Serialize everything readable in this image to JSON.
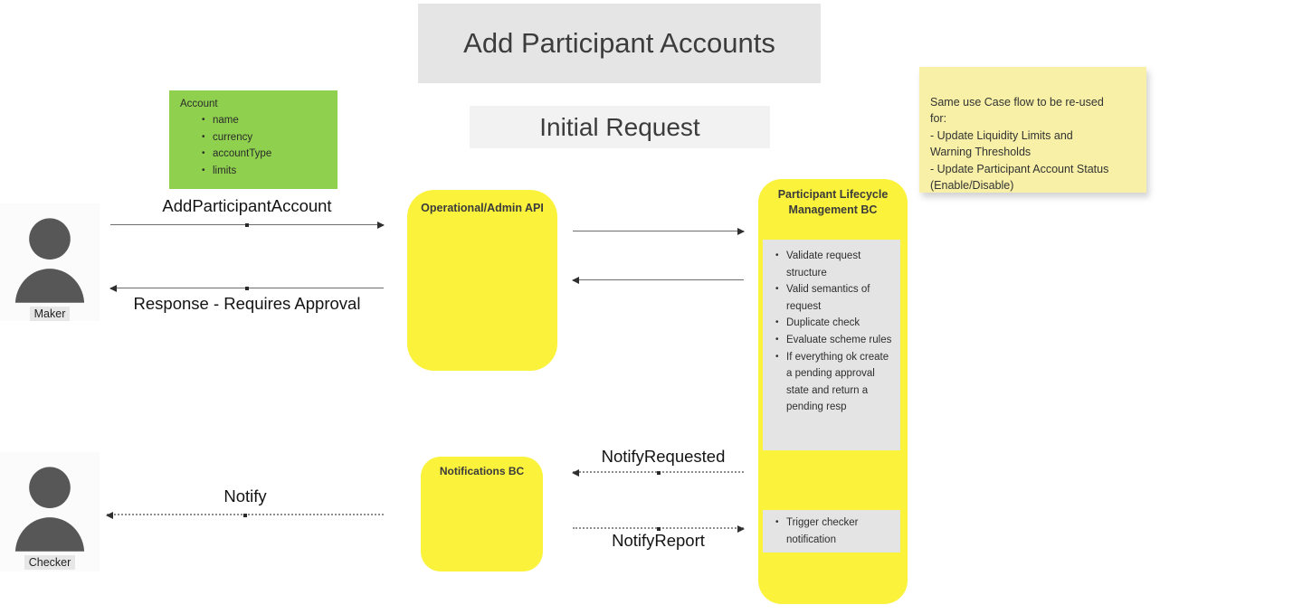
{
  "page": {
    "title": "Add Participant Accounts",
    "subtitle": "Initial Request"
  },
  "colors": {
    "yellow": "#FBF23C",
    "green": "#8FD14F",
    "sticky": "#F7F0A6",
    "panel_gray": "#E4E4E4",
    "title_gray": "#E5E5E5",
    "subtitle_gray": "#F2F2F2",
    "actor_gray": "#575757"
  },
  "green_note": {
    "title": "Account",
    "items": [
      "name",
      "currency",
      "accountType",
      "limits"
    ]
  },
  "sticky_note": {
    "text": "Same use Case flow to be re-used\nfor:\n- Update Liquidity Limits and\nWarning Thresholds\n- Update Participant Account Status\n(Enable/Disable)"
  },
  "actors": {
    "maker": {
      "label": "Maker"
    },
    "checker": {
      "label": "Checker"
    }
  },
  "components": {
    "api": {
      "label": "Operational/Admin API"
    },
    "plm": {
      "label": "Participant Lifecycle Management BC",
      "tasks": [
        "Validate request structure",
        "Valid semantics of request",
        "Duplicate check",
        "Evaluate scheme rules",
        "If everything ok create a pending approval state and return a pending resp"
      ],
      "tasks2": [
        "Trigger checker notification"
      ]
    },
    "notifications": {
      "label": "Notifications BC"
    }
  },
  "messages": {
    "add_participant_account": "AddParticipantAccount",
    "response_requires_approval": "Response - Requires Approval",
    "notify": "Notify",
    "notify_requested": "NotifyRequested",
    "notify_report": "NotifyReport"
  }
}
